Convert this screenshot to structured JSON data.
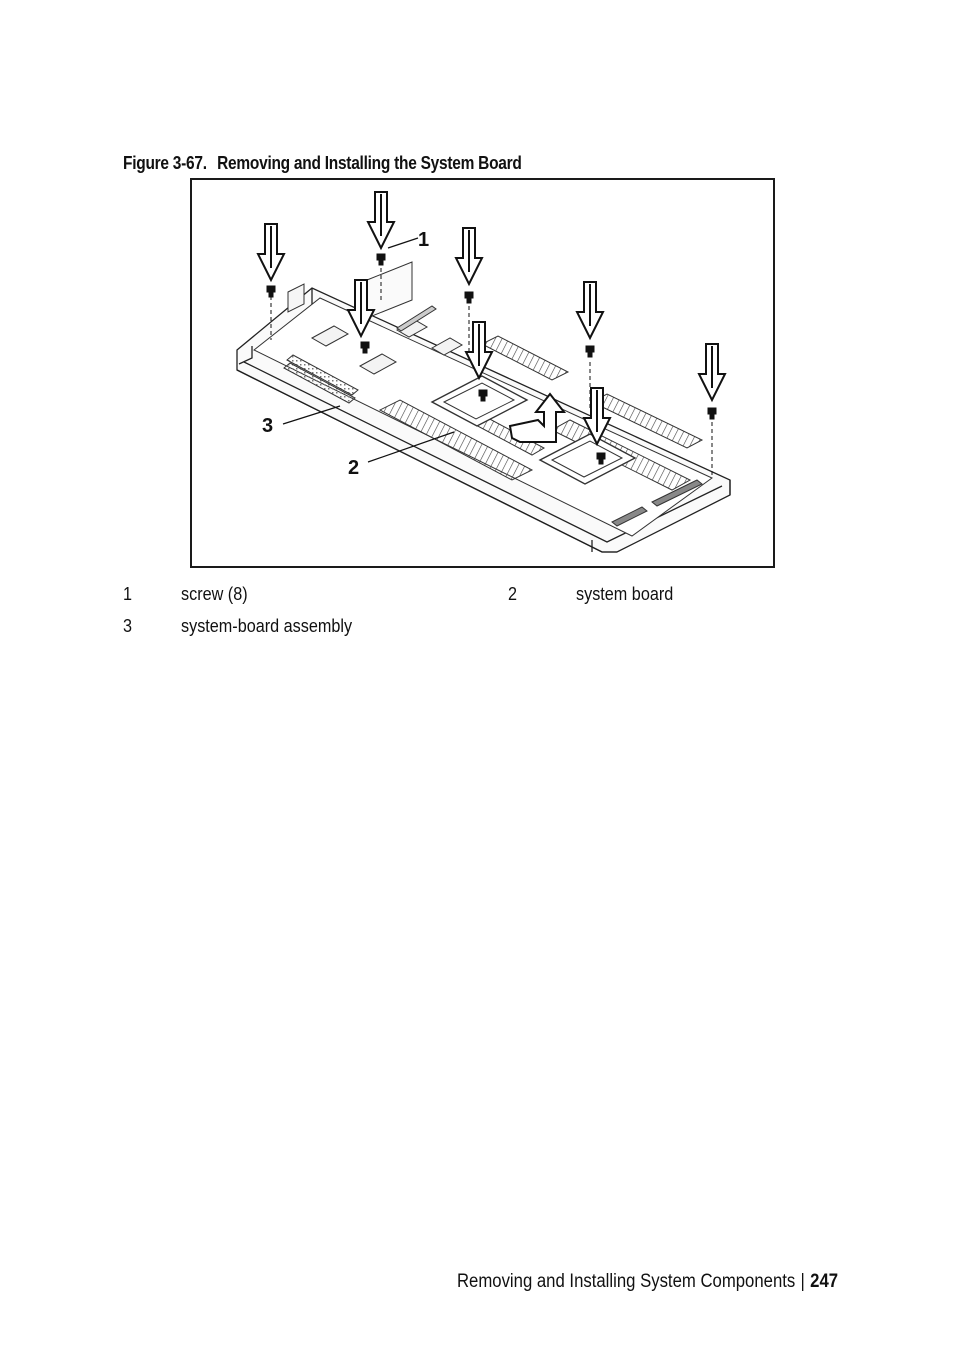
{
  "figure": {
    "number": "Figure 3-67.",
    "title": "Removing and Installing the System Board",
    "callouts": [
      "1",
      "2",
      "3"
    ]
  },
  "legend": [
    {
      "num": "1",
      "text": "screw (8)"
    },
    {
      "num": "2",
      "text": "system board"
    },
    {
      "num": "3",
      "text": "system-board assembly"
    }
  ],
  "footer": {
    "section": "Removing and Installing System Components",
    "separator": "|",
    "page": "247"
  }
}
